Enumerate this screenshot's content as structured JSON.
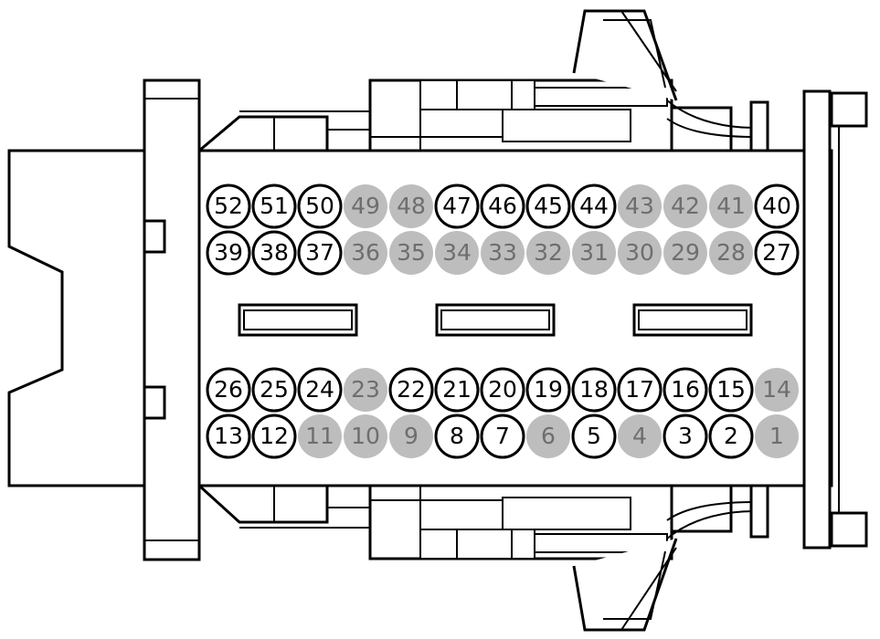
{
  "colors": {
    "line": "#000000",
    "background": "#ffffff",
    "used_pin_fill": "#ffffff",
    "used_pin_text": "#000000",
    "unused_pin_fill": "#bdbdbd",
    "unused_pin_text": "#6e6e6e"
  },
  "connector": {
    "upper_rows": [
      [
        {
          "label": "52",
          "used": true
        },
        {
          "label": "51",
          "used": true
        },
        {
          "label": "50",
          "used": true
        },
        {
          "label": "49",
          "used": false
        },
        {
          "label": "48",
          "used": false
        },
        {
          "label": "47",
          "used": true
        },
        {
          "label": "46",
          "used": true
        },
        {
          "label": "45",
          "used": true
        },
        {
          "label": "44",
          "used": true
        },
        {
          "label": "43",
          "used": false
        },
        {
          "label": "42",
          "used": false
        },
        {
          "label": "41",
          "used": false
        },
        {
          "label": "40",
          "used": true
        }
      ],
      [
        {
          "label": "39",
          "used": true
        },
        {
          "label": "38",
          "used": true
        },
        {
          "label": "37",
          "used": true
        },
        {
          "label": "36",
          "used": false
        },
        {
          "label": "35",
          "used": false
        },
        {
          "label": "34",
          "used": false
        },
        {
          "label": "33",
          "used": false
        },
        {
          "label": "32",
          "used": false
        },
        {
          "label": "31",
          "used": false
        },
        {
          "label": "30",
          "used": false
        },
        {
          "label": "29",
          "used": false
        },
        {
          "label": "28",
          "used": false
        },
        {
          "label": "27",
          "used": true
        }
      ]
    ],
    "lower_rows": [
      [
        {
          "label": "26",
          "used": true
        },
        {
          "label": "25",
          "used": true
        },
        {
          "label": "24",
          "used": true
        },
        {
          "label": "23",
          "used": false
        },
        {
          "label": "22",
          "used": true
        },
        {
          "label": "21",
          "used": true
        },
        {
          "label": "20",
          "used": true
        },
        {
          "label": "19",
          "used": true
        },
        {
          "label": "18",
          "used": true
        },
        {
          "label": "17",
          "used": true
        },
        {
          "label": "16",
          "used": true
        },
        {
          "label": "15",
          "used": true
        },
        {
          "label": "14",
          "used": false
        }
      ],
      [
        {
          "label": "13",
          "used": true
        },
        {
          "label": "12",
          "used": true
        },
        {
          "label": "11",
          "used": false
        },
        {
          "label": "10",
          "used": false
        },
        {
          "label": "9",
          "used": false
        },
        {
          "label": "8",
          "used": true
        },
        {
          "label": "7",
          "used": true
        },
        {
          "label": "6",
          "used": false
        },
        {
          "label": "5",
          "used": true
        },
        {
          "label": "4",
          "used": false
        },
        {
          "label": "3",
          "used": true
        },
        {
          "label": "2",
          "used": true
        },
        {
          "label": "1",
          "used": false
        }
      ]
    ],
    "key_slots": 3
  }
}
